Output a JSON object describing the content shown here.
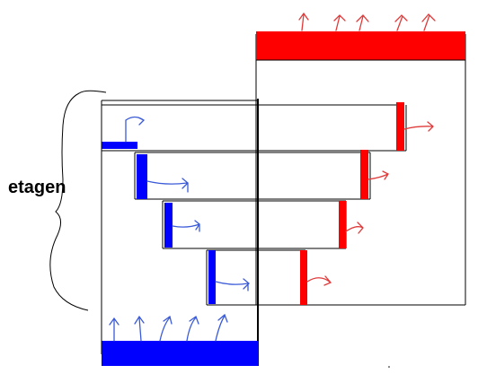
{
  "diagram": {
    "label": "etagen",
    "colors": {
      "cold": "#0000ff",
      "hot": "#ff0000",
      "line": "#000000",
      "cold_arrow": "#4a6bd8",
      "hot_arrow": "#e84a4a"
    },
    "levels": [
      "level-1",
      "level-2",
      "level-3",
      "level-4"
    ],
    "shapes": {
      "cold_bar": "cold-supply-bar",
      "hot_bar": "hot-exhaust-bar",
      "brace": "curly-brace"
    }
  }
}
